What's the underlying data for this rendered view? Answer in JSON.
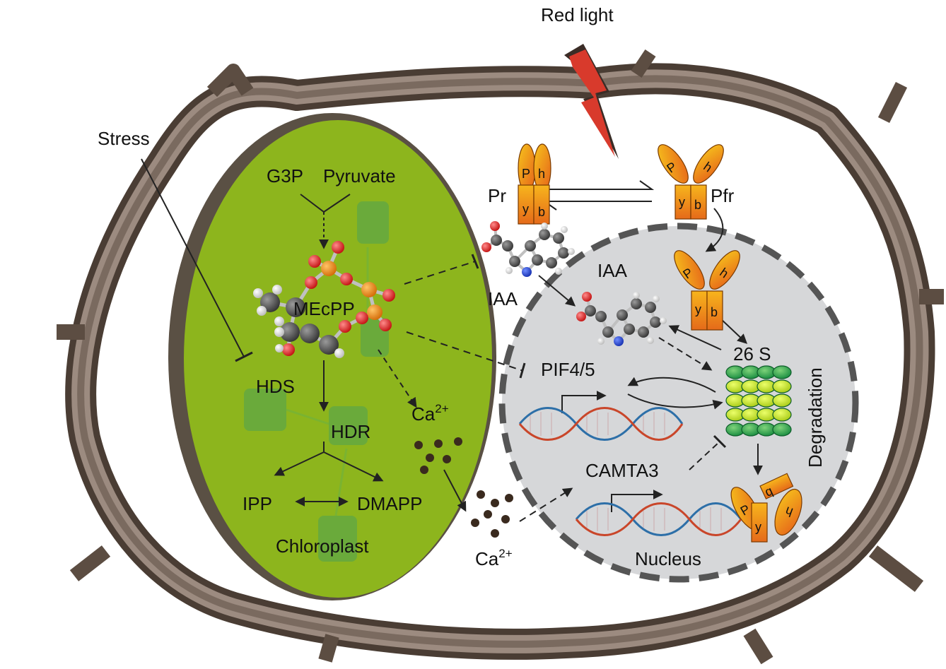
{
  "labels": {
    "red_light": "Red light",
    "stress": "Stress",
    "g3p": "G3P",
    "pyruvate": "Pyruvate",
    "mecpp": "MEcPP",
    "hds": "HDS",
    "hdr": "HDR",
    "ipp": "IPP",
    "dmapp": "DMAPP",
    "chloroplast": "Chloroplast",
    "ca_base": "Ca",
    "ca_charge": "2+",
    "pr": "Pr",
    "pfr": "Pfr",
    "iaa": "IAA",
    "pif": "PIF4/5",
    "proteasome": "26 S",
    "degradation": "Degradation",
    "camta3": "CAMTA3",
    "nucleus": "Nucleus"
  },
  "phytochrome_domains": {
    "p": "P",
    "h": "h",
    "y": "y",
    "b": "b"
  },
  "colors": {
    "cell_wall": "#6b5a4e",
    "cell_wall_light": "#9c8b80",
    "chloroplast": "#8db51d",
    "thylakoid": "#5fa746",
    "nucleus": "#d6d7d9",
    "nucleus_border": "#555555",
    "red_light": "#d83a2c",
    "phytochrome_top": "#f7b51c",
    "phytochrome_bottom": "#e56a1a",
    "proteasome_outer": "#1f9a4d",
    "proteasome_inner": "#c8e61a",
    "dna_strand_1": "#2d6fa8",
    "dna_strand_2": "#c9462a",
    "calcium": "#3a2a1e",
    "atom_oxygen": "#d62020",
    "atom_phosphorus": "#e07b10",
    "atom_carbon": "#555555",
    "atom_nitrogen": "#1e3fc8"
  }
}
